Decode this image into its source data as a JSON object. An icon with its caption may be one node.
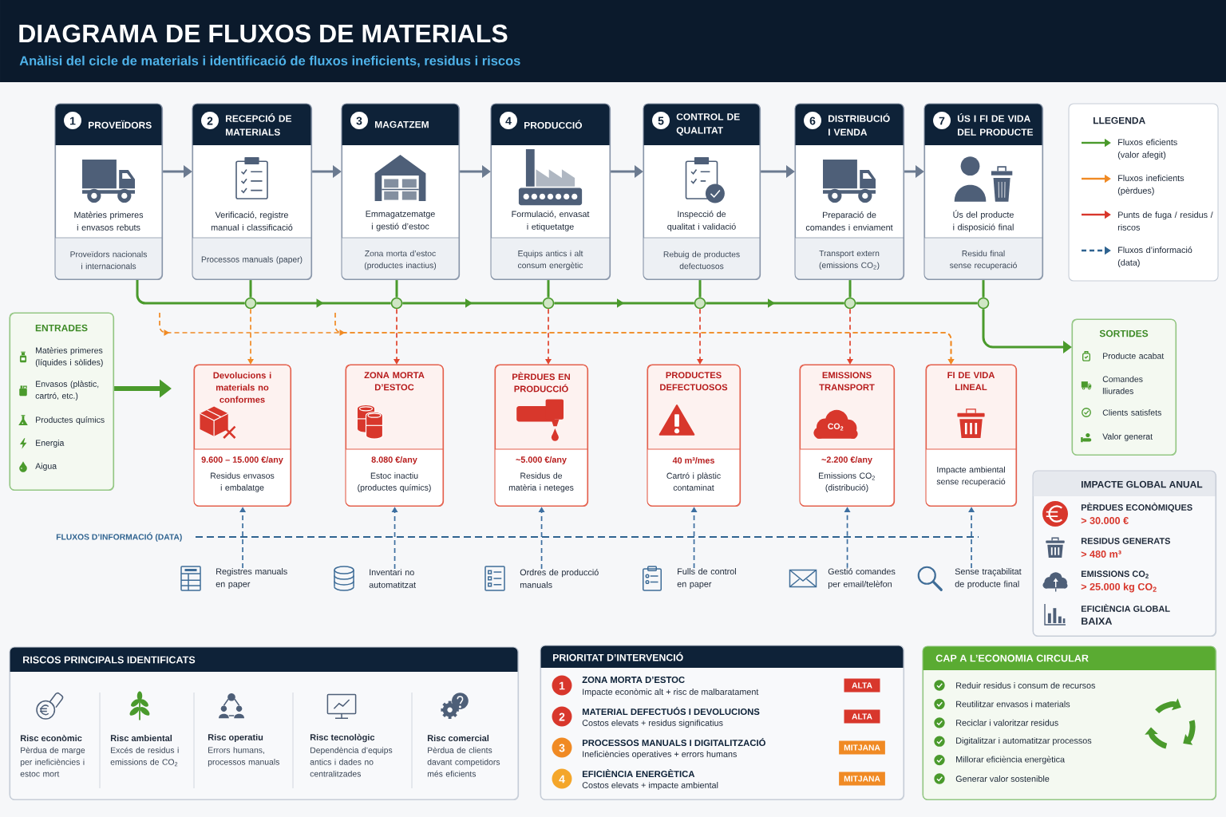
{
  "diagram": {
    "title": "DIAGRAMA DE FLUXOS DE MATERIALS",
    "nodes": [
      {
        "text": [
          "1",
          "PROVEÏDORS",
          "Matèries primeres i envasos rebuts",
          "Proveïdors nacionals i internacionals"
        ]
      },
      {
        "text": [
          "2",
          "RECEPCIÓ DE MATERIALS",
          "Verificació, registre manual i classificació",
          "Processos manuals (paper)"
        ]
      },
      {
        "text": [
          "3",
          "MAGATZEM",
          "Emmagatzematge i gestió d’estoc",
          "Zona morta d’estoc (productes inactius)"
        ]
      },
      {
        "text": [
          "4",
          "PRODUCCIÓ",
          "Formulació, envasat i etiquetatge",
          "Equips antics i alt consum energètic"
        ]
      },
      {
        "text": [
          "5",
          "CONTROL DE QUALITAT",
          "Inspecció de qualitat i validació",
          "Rebuig de productes defectuosos"
        ]
      },
      {
        "text": [
          "6",
          "DISTRIBUCIÓ I VENDA",
          "Preparació de comandes i enviament",
          "Transport extern (emissions CO$_{2}$)"
        ]
      },
      {
        "text": [
          "7",
          "ÚS I FI DE VIDA DEL PRODUCTE",
          "Ús del producte i disposició final",
          "Residu final sense recuperació"
        ]
      },
      {
        "text": [
          "ENTRADES",
          "Matèries primeres (líquides i sòlides)",
          "Envasos (plàstic, cartró, etc.)",
          "Productes químics",
          "Energia",
          "Aigua"
        ]
      },
      {
        "text": [],
        "shape": "circle"
      },
      {
        "text": [],
        "shape": "circle"
      },
      {
        "text": [],
        "shape": "circle"
      },
      {
        "text": [],
        "shape": "circle"
      },
      {
        "text": [],
        "shape": "circle"
      },
      {
        "text": [],
        "shape": "circle"
      },
      {
        "text": [
          "SORTIDES",
          "Producte acabat",
          "Comandes lliurades",
          "Clients satisfets",
          "Valor generat"
        ]
      },
      {
        "text": [
          "Devolucions i materials no conformes",
          "9.600 – 15.000 €/any",
          "Residus envasos i embalatge"
        ]
      },
      {
        "text": [
          "ZONA MORTA D’ESTOC",
          "8.080 €/any",
          "Estoc inactiu (productes químics)"
        ]
      },
      {
        "text": [
          "PÈRDUES EN PRODUCCIÓ",
          "~5.000 €/any",
          "Residus de matèria i neteges"
        ]
      },
      {
        "text": [
          "PRODUCTES DEFECTUOSOS",
          "40 m³/mes",
          "Cartró i plàstic contaminat"
        ]
      },
      {
        "text": [
          "EMISSIONS TRANSPORT",
          "~2.200 €/any",
          "Emissions CO$_{2}$ (distribució)"
        ]
      },
      {
        "text": [
          "FI DE VIDA LINEAL",
          "Impacte ambiental sense recuperació"
        ]
      },
      {
        "text": [
          "Registres manuals en paper"
        ]
      },
      {
        "text": [
          "Inventari no automatitzat"
        ]
      },
      {
        "text": [
          "Ordres de producció manuals"
        ]
      },
      {
        "text": [
          "Fulls de control en paper"
        ]
      },
      {
        "text": [
          "Gestió comandes per email/telèfon"
        ]
      },
      {
        "text": [
          "Sense traçabilitat de producte final"
        ]
      },
      {
        "text": [
          "IMPACTE GLOBAL ANUAL",
          "PÈRDUES ECONÒMIQUES",
          "> 30.000 €",
          "RESIDUS GENERATS",
          "> 480 m³",
          "EMISSIONS CO$_{2}$",
          "> 25.000 kg CO$_{2}$",
          "EFICIÈNCIA GLOBAL",
          "BAIXA"
        ]
      },
      {
        "text": [
          "RISCOS PRINCIPALS IDENTIFICATS",
          "Risc econòmic",
          "Pèrdua de marge per ineficiències i estoc mort",
          "Risc ambiental",
          "Excés de residus i emissions de CO$_{2}$",
          "Risc operatiu",
          "Errors humans, processos manuals",
          "Risc tecnològic",
          "Dependència d’equips antics i dades no centralitzades",
          "Risc comercial",
          "Pèrdua de clients davant competidors més eficients"
        ]
      },
      {
        "text": [
          "PRIORITAT D’INTERVENCIÓ",
          "1",
          "ZONA MORTA D’ESTOC",
          "Impacte econòmic alt + risc de malbaratament",
          "ALTA",
          "2",
          "MATERIAL DEFECTUÓS I DEVOLUCIONS",
          "Costos elevats + residus significatius",
          "ALTA",
          "3",
          "PROCESSOS MANUALS I DIGITALITZACIÓ",
          "Ineficiències operatives + errors humans",
          "MITJANA",
          "4",
          "EFICIÈNCIA ENERGÈTICA",
          "Costos elevats + impacte ambiental",
          "MITJANA"
        ]
      },
      {
        "text": [
          "CAP A L’ECONOMIA CIRCULAR",
          "Reduir residus i consum de recursos",
          "Reutilitzar envasos i materials",
          "Reciclar i valoritzar residus",
          "Digitalitzar i automatitzar processos",
          "Millorar eficiència energètica",
          "Generar valor sostenible"
        ]
      }
    ],
    "edges": [
      {
        "from": 0,
        "to": 1,
        "arrow": "to",
        "color": "#6b7a90"
      },
      {
        "from": 1,
        "to": 2,
        "arrow": "to",
        "color": "#6b7a90"
      },
      {
        "from": 2,
        "to": 3,
        "arrow": "to",
        "color": "#6b7a90"
      },
      {
        "from": 3,
        "to": 4,
        "arrow": "to",
        "color": "#6b7a90"
      },
      {
        "from": 4,
        "to": 5,
        "arrow": "to",
        "color": "#6b7a90"
      },
      {
        "from": 5,
        "to": 6,
        "arrow": "to",
        "color": "#6b7a90"
      },
      {
        "from": 0,
        "to": 8,
        "arrow": "none"
      },
      {
        "from": 8,
        "to": 9,
        "arrow": "to"
      },
      {
        "from": 9,
        "to": 10,
        "arrow": "to"
      },
      {
        "from": 10,
        "to": 11,
        "arrow": "to"
      },
      {
        "from": 11,
        "to": 12,
        "arrow": "to"
      },
      {
        "from": 12,
        "to": 13,
        "arrow": "none"
      },
      {
        "from": 13,
        "to": 14,
        "arrow": "to"
      },
      {
        "from": 1,
        "to": 8,
        "arrow": "none"
      },
      {
        "from": 2,
        "to": 9,
        "arrow": "none"
      },
      {
        "from": 3,
        "to": 10,
        "arrow": "none"
      },
      {
        "from": 4,
        "to": 11,
        "arrow": "none"
      },
      {
        "from": 5,
        "to": 12,
        "arrow": "none"
      },
      {
        "from": 6,
        "to": 13,
        "arrow": "none"
      },
      {
        "from": 8,
        "to": 15,
        "arrow": "to",
        "style": "dashed",
        "color": "#f08a24"
      },
      {
        "from": 9,
        "to": 16,
        "arrow": "to",
        "style": "dashed",
        "color": "#e0452f"
      },
      {
        "from": 10,
        "to": 17,
        "arrow": "to",
        "style": "dashed",
        "color": "#e0452f"
      },
      {
        "from": 11,
        "to": 18,
        "arrow": "to",
        "style": "dashed",
        "color": "#e0452f"
      },
      {
        "from": 12,
        "to": 19,
        "arrow": "to",
        "style": "dashed",
        "color": "#e0452f"
      },
      {
        "from": null,
        "to": 20,
        "arrow": "to",
        "style": "dashed",
        "color": "#f08a24"
      },
      {
        "from": null,
        "to": 20,
        "arrow": "to",
        "style": "dashed",
        "color": "#f08a24"
      },
      {
        "from": 21,
        "to": 15,
        "arrow": "to",
        "style": "dashed",
        "color": "#3d6fa0"
      },
      {
        "from": 22,
        "to": 16,
        "arrow": "to",
        "style": "dashed",
        "color": "#3d6fa0"
      },
      {
        "from": 23,
        "to": 17,
        "arrow": "to",
        "style": "dashed",
        "color": "#3d6fa0"
      },
      {
        "from": 24,
        "to": 18,
        "arrow": "to",
        "style": "dashed",
        "color": "#3d6fa0"
      },
      {
        "from": 25,
        "to": 19,
        "arrow": "to",
        "style": "dashed",
        "color": "#3d6fa0"
      },
      {
        "from": 26,
        "to": 20,
        "arrow": "to",
        "style": "dashed",
        "color": "#3d6fa0"
      },
      {
        "from": 7,
        "to": null,
        "arrow": "to",
        "style": "thick"
      }
    ],
    "labels": [
      "Anàlisi del cicle de materials i identificació de fluxos ineficients, residus i riscos",
      "LLEGENDA",
      "CO$_{2}$",
      "FLUXOS D’INFORMACIÓ (DATA)"
    ],
    "legend": [
      {
        "text": "Fluxos eficients (valor afegit)"
      },
      {
        "text": "Fluxos ineficients (pèrdues)"
      },
      {
        "text": "Punts de fuga / residus / riscos"
      },
      {
        "text": "Fluxos d’informació (data)"
      }
    ]
  }
}
